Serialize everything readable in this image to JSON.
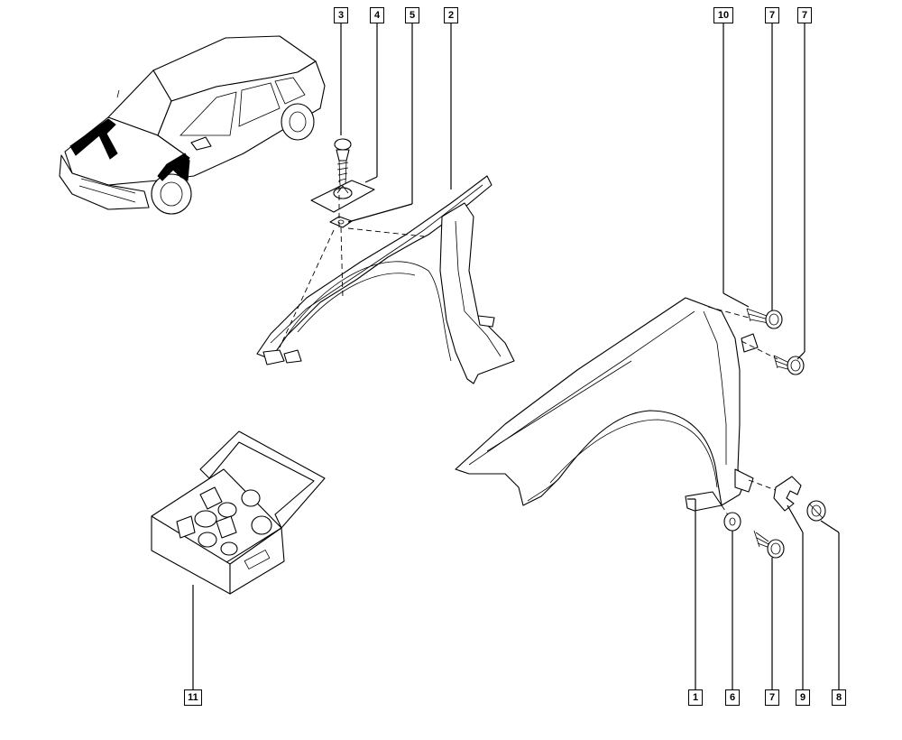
{
  "callouts": [
    {
      "id": "1",
      "label": "1"
    },
    {
      "id": "2",
      "label": "2"
    },
    {
      "id": "3",
      "label": "3"
    },
    {
      "id": "4",
      "label": "4"
    },
    {
      "id": "5",
      "label": "5"
    },
    {
      "id": "6",
      "label": "6"
    },
    {
      "id": "7a",
      "label": "7"
    },
    {
      "id": "7b",
      "label": "7"
    },
    {
      "id": "7c",
      "label": "7"
    },
    {
      "id": "8",
      "label": "8"
    },
    {
      "id": "9",
      "label": "9"
    },
    {
      "id": "10",
      "label": "10"
    },
    {
      "id": "11",
      "label": "11"
    }
  ]
}
